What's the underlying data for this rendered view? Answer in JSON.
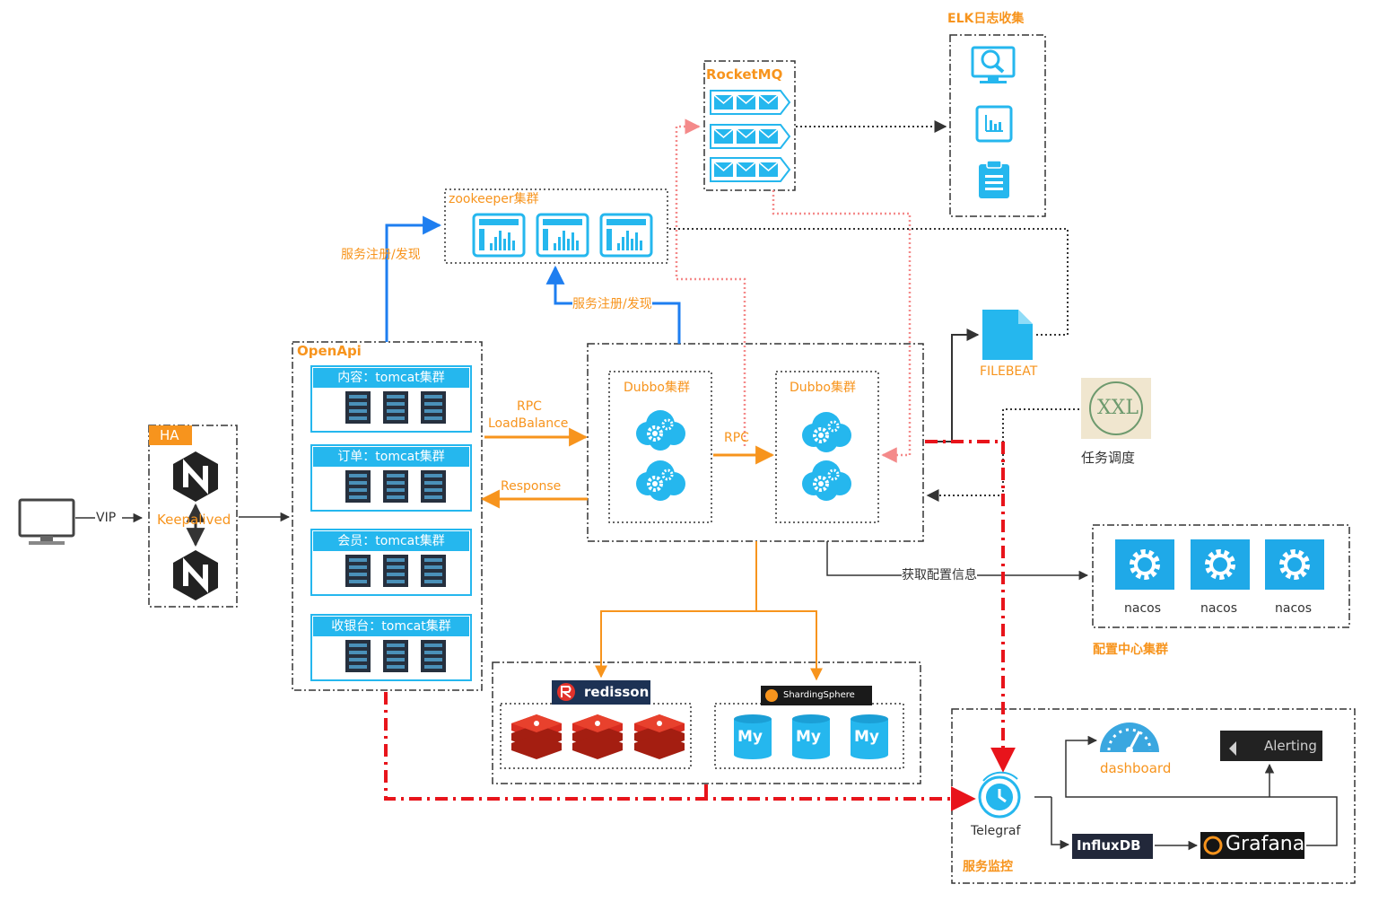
{
  "client": {
    "vip_label": "VIP"
  },
  "ha": {
    "title": "HA",
    "keepalived_label": "Keepalived"
  },
  "openapi": {
    "title": "OpenApi",
    "clusters": [
      {
        "label": "内容：tomcat集群"
      },
      {
        "label": "订单：tomcat集群"
      },
      {
        "label": "会员：tomcat集群"
      },
      {
        "label": "收银台：tomcat集群"
      }
    ]
  },
  "zookeeper": {
    "title": "zookeeper集群"
  },
  "rocketmq": {
    "title": "RocketMQ"
  },
  "elk": {
    "title": "ELK日志收集"
  },
  "filebeat": {
    "label": "FILEBEAT"
  },
  "xxl": {
    "logo_text": "XXL",
    "label": "任务调度"
  },
  "dubbo": {
    "cluster1": "Dubbo集群",
    "cluster2": "Dubbo集群"
  },
  "edges": {
    "register1": "服务注册/发现",
    "register2": "服务注册/发现",
    "rpc_lb_line1": "RPC",
    "rpc_lb_line2": "LoadBalance",
    "response": "Response",
    "rpc": "RPC",
    "fetch_config": "获取配置信息"
  },
  "nacos": {
    "nodes": [
      "nacos",
      "nacos",
      "nacos"
    ],
    "title": "配置中心集群"
  },
  "storage": {
    "redisson_label": "redisson",
    "sharding_label": "ShardingSphere",
    "mysql_text": "My"
  },
  "monitor": {
    "title": "服务监控",
    "telegraf": "Telegraf",
    "influxdb": "InfluxDB",
    "grafana": "Grafana",
    "dashboard": "dashboard",
    "alerting": "Alerting"
  },
  "colors": {
    "accent_orange": "#f7941d",
    "accent_blue": "#25b7ee",
    "link_blue": "#1e7ef0",
    "alert_red": "#e8141b"
  }
}
